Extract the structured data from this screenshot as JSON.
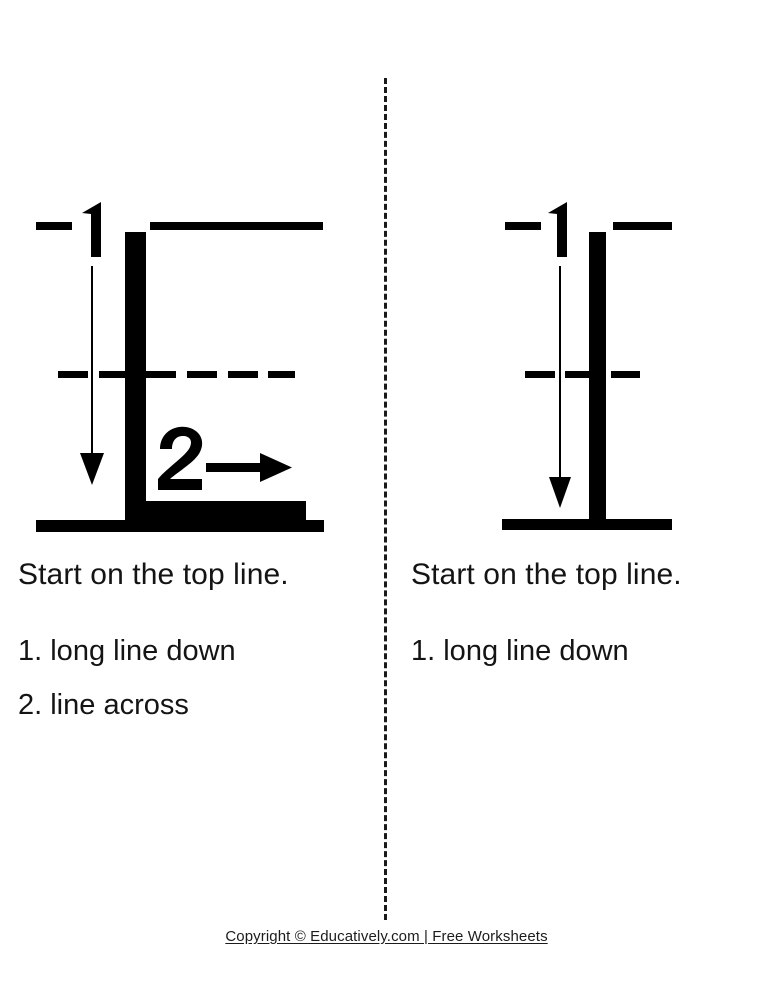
{
  "worksheet": {
    "title": "Letter L formation worksheet",
    "ink_color": "#000000",
    "background_color": "#ffffff",
    "divider": {
      "style": "vertical dashed line",
      "color": "#1a1a1a"
    }
  },
  "panels": [
    {
      "id": "uppercase-L",
      "letter": "L",
      "case": "uppercase",
      "headline": "Start on the top line.",
      "steps": [
        {
          "number": "1.",
          "text": "long line down",
          "label": "1. long line down"
        },
        {
          "number": "2.",
          "text": "line across",
          "label": "2. line across"
        }
      ],
      "stroke_markers": [
        {
          "marker": "1",
          "direction": "down"
        },
        {
          "marker": "2",
          "direction": "right"
        }
      ],
      "guidelines": {
        "top_line": "solid",
        "middle_line": "dashed",
        "bottom_line": "solid"
      }
    },
    {
      "id": "lowercase-l",
      "letter": "l",
      "case": "lowercase",
      "headline": "Start on the top line.",
      "steps": [
        {
          "number": "1.",
          "text": "long line down",
          "label": "1. long line down"
        }
      ],
      "stroke_markers": [
        {
          "marker": "1",
          "direction": "down"
        }
      ],
      "guidelines": {
        "top_line": "solid",
        "middle_line": "dashed",
        "bottom_line": "solid"
      }
    }
  ],
  "footer": {
    "text": "Copyright © Educatively.com | Free Worksheets"
  }
}
